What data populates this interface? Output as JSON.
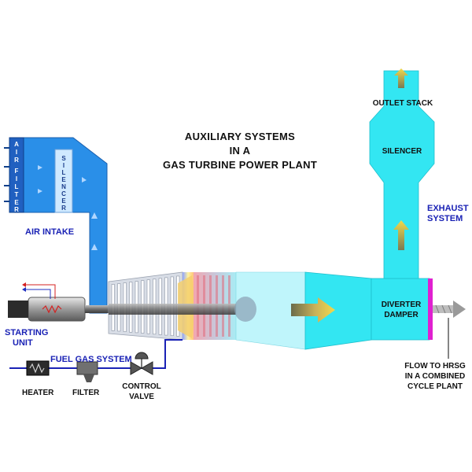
{
  "title": {
    "line1": "AUXILIARY  SYSTEMS",
    "line2": "IN A",
    "line3": "GAS  TURBINE POWER PLANT"
  },
  "labels": {
    "air_filter": [
      "A",
      "I",
      "R",
      "F",
      "I",
      "L",
      "T",
      "E",
      "R"
    ],
    "intake_silencer": [
      "S",
      "I",
      "L",
      "E",
      "N",
      "C",
      "E",
      "R"
    ],
    "air_intake": "AIR INTAKE",
    "starting_unit_line1": "STARTING",
    "starting_unit_line2": "UNIT",
    "fuel_gas_system": "FUEL GAS SYSTEM",
    "heater": "HEATER",
    "filter": "FILTER",
    "control_valve_line1": "CONTROL",
    "control_valve_line2": "VALVE",
    "outlet_stack": "OUTLET STACK",
    "stack_silencer": "SILENCER",
    "exhaust_system_line1": "EXHAUST",
    "exhaust_system_line2": "SYSTEM",
    "diverter_damper_line1": "DIVERTER",
    "diverter_damper_line2": "DAMPER",
    "hrsg_line1": "FLOW TO HRSG",
    "hrsg_line2": "IN A COMBINED",
    "hrsg_line3": "CYCLE PLANT"
  },
  "colors": {
    "intake_blue": "#2a8fe8",
    "exhaust_cyan": "#33e6f2",
    "label_blue": "#1a22b5",
    "fuel_line": "#1a22b5",
    "damper_magenta": "#e020d0",
    "arrow_gold": "#d4b84a"
  }
}
